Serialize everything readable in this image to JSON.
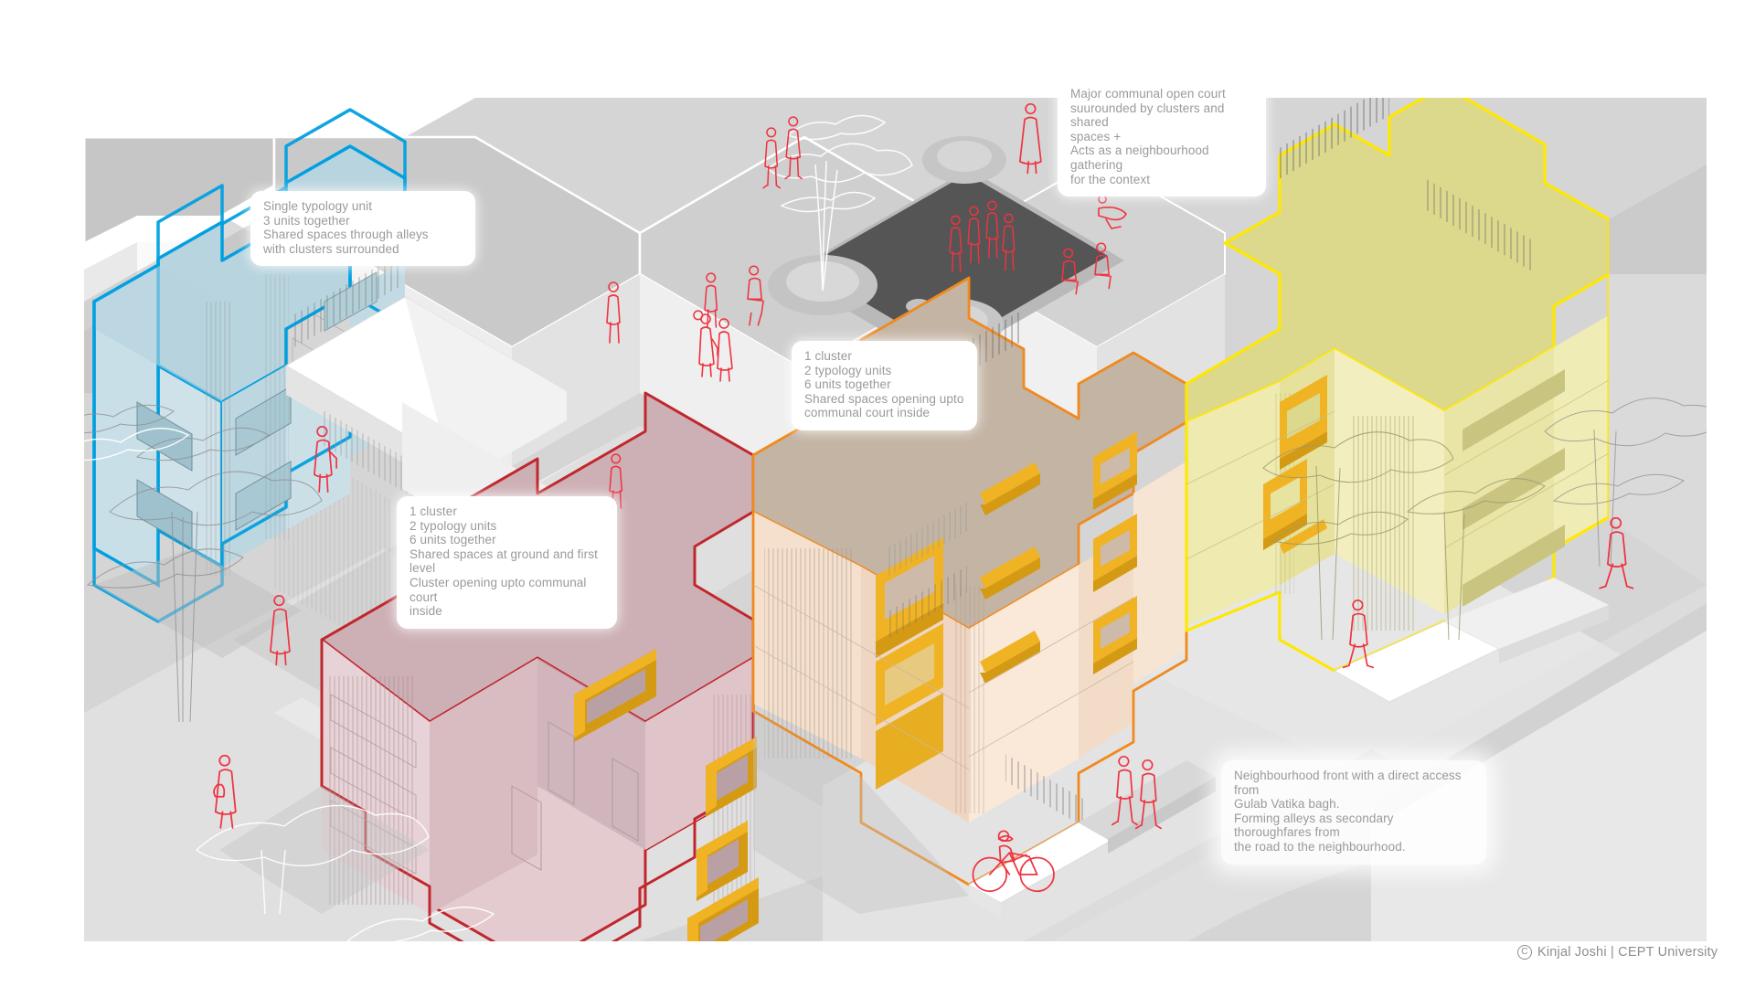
{
  "drawing": {
    "title": "Neighbourhood housing cluster axonometric",
    "plate_bg": "#d5d5d5",
    "page_bg": "#ffffff"
  },
  "callouts": [
    {
      "id": "communal-court",
      "text": "Major communal open court\nsuurounded by clusters and shared\nspaces +\nActs as a neighbourhood gathering\nfor the context"
    },
    {
      "id": "blue-unit",
      "text": "Single typology unit\n3 units together\nShared spaces through alleys\nwith clusters surrounded"
    },
    {
      "id": "tan-cluster",
      "text": "1 cluster\n2 typology units\n6 units together\nShared spaces opening upto\ncommunal court inside"
    },
    {
      "id": "pink-cluster",
      "text": "1 cluster\n2 typology units\n6 units together\nShared spaces at ground and first level\nCluster opening upto communal court\ninside"
    },
    {
      "id": "neighbourhood-front",
      "text": "Neighbourhood front with a direct access from\nGulab Vatika bagh.\nForming alleys as secondary thoroughfares from\nthe road to the neighbourhood."
    }
  ],
  "credit": {
    "mark": "C",
    "text": "Kinjal Joshi | CEPT University"
  },
  "masses": {
    "blue": {
      "label": "Single typology unit block",
      "outline": "#00a0e0",
      "fill": "#a8cdda",
      "fill_light": "#c3dde6"
    },
    "pink": {
      "label": "Pink cluster block",
      "outline": "#c0272d",
      "fill": "#d9b7bd",
      "fill_light": "#e9d3d7"
    },
    "tan": {
      "label": "Tan cluster block",
      "outline": "#f08a1e",
      "fill": "#c8b8a8",
      "fill_light": "#f6e3cf"
    },
    "yellow": {
      "label": "Yellow cluster block",
      "outline": "#ffe800",
      "fill": "#dcd88c",
      "fill_light": "#f3efb4"
    },
    "grey": {
      "label": "Context buildings",
      "outline": "#9a9a9a",
      "fill": "#c9c9c9",
      "fill_light": "#f2f2f2"
    },
    "accent": {
      "label": "Shared-space window frames",
      "color": "#f0b323",
      "color_dark": "#d59a14"
    },
    "people": {
      "label": "Red figure silhouettes",
      "color": "#ef3340"
    },
    "court": {
      "label": "Dark communal plaza",
      "color": "#555555"
    }
  }
}
